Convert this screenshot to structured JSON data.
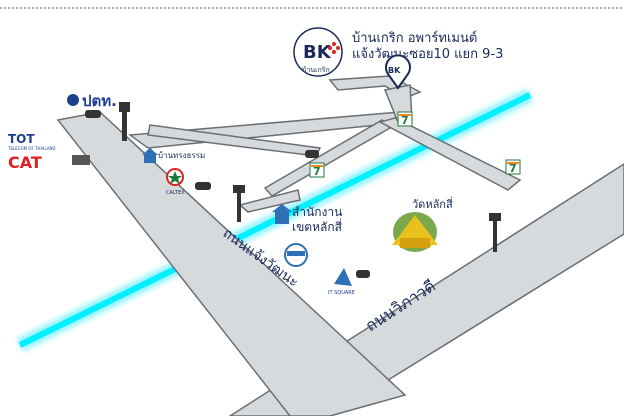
{
  "header": {
    "logo_text": "BK",
    "logo_caption": "บ้านเกริก",
    "title_line1": "บ้านเกริก อพาร์ทเมนต์",
    "title_line2": "แจ้งวัฒนะซอย10 แยก 9-3"
  },
  "pin": {
    "logo_text": "BK"
  },
  "roads": {
    "main_road_label": "ถนนแจ้งวัฒนะ",
    "vibhavadi_label": "ถนนวิภาวดี"
  },
  "landmarks": {
    "ptt_label": "ปตท.",
    "tot_label": "TOT",
    "tot_sub": "TELECOM OF THAILAND",
    "cat_label": "CAT",
    "village_label": "บ้านทรงธรรม",
    "caltex_label": "CALTEX",
    "district_office_line1": "สำนักงาน",
    "district_office_line2": "เขตหลักสี่",
    "temple_label": "วัดหลักสี่",
    "itsquare_label": "IT SQUARE"
  },
  "colors": {
    "road_fill": "#d6dadd",
    "road_stroke": "#6a6f74",
    "canal": "#00e5ff",
    "text_navy": "#1a2a5a",
    "seven_eleven_green": "#1f7a3c",
    "seven_eleven_orange": "#f08a1c",
    "ptt_blue": "#1e3e8f",
    "cat_red": "#e02020"
  }
}
